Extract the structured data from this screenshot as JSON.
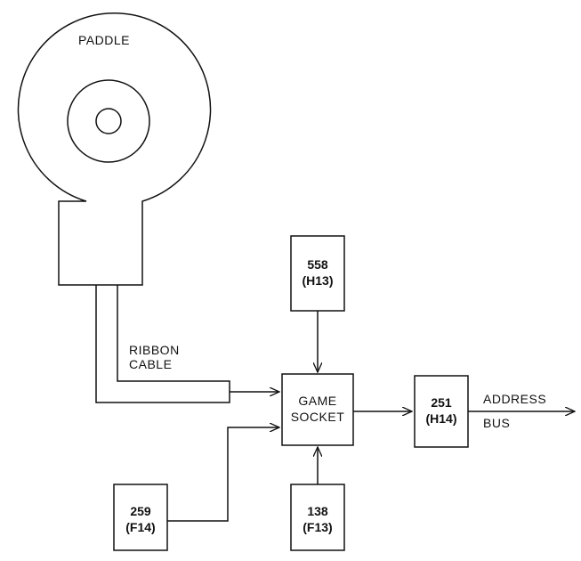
{
  "title": "PADDLE",
  "ribbon": {
    "line1": "RIBBON",
    "line2": "CABLE"
  },
  "game_socket": {
    "line1": "GAME",
    "line2": "SOCKET"
  },
  "chips": {
    "h13": {
      "line1": "558",
      "line2": "(H13)"
    },
    "h14": {
      "line1": "251",
      "line2": "(H14)"
    },
    "f14": {
      "line1": "259",
      "line2": "(F14)"
    },
    "f13": {
      "line1": "138",
      "line2": "(F13)"
    }
  },
  "address_bus": {
    "line1": "ADDRESS",
    "line2": "BUS"
  },
  "colors": {
    "ink": "#111111",
    "background": "#ffffff"
  }
}
